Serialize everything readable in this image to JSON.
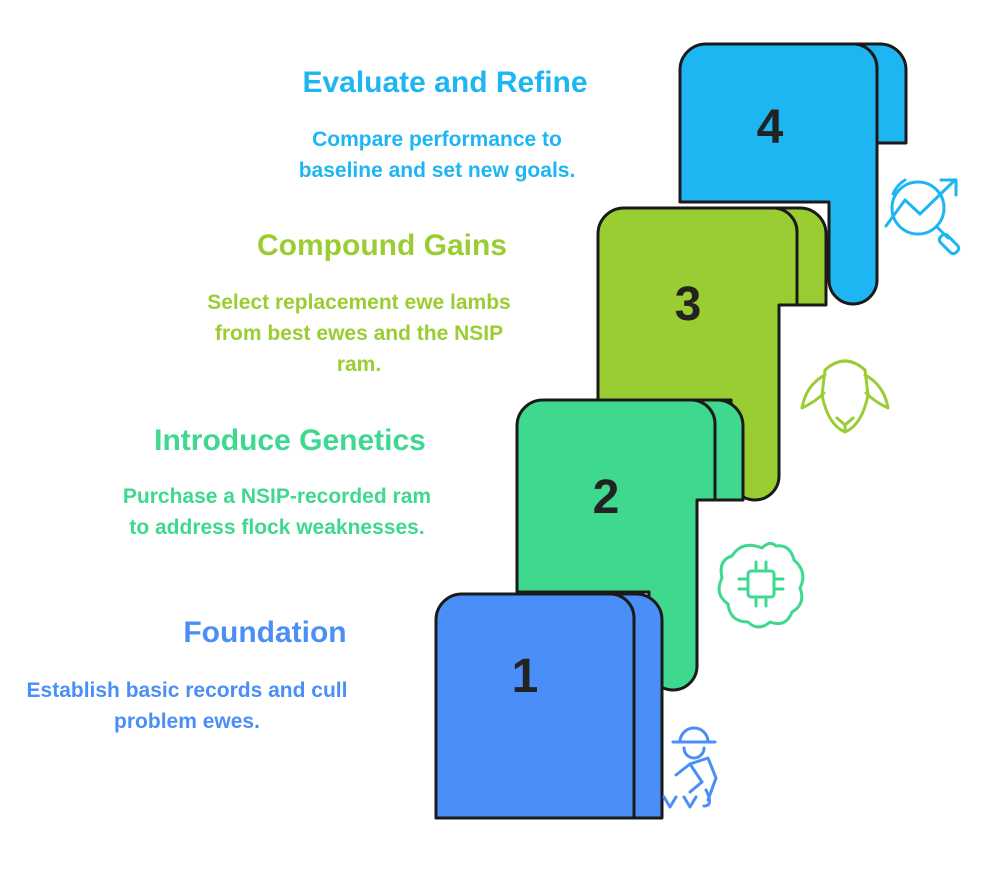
{
  "steps": [
    {
      "number": "1",
      "title": "Foundation",
      "description": "Establish basic records and cull problem ewes.",
      "color": "#4A8FF8",
      "icon": "farmer-planting-icon"
    },
    {
      "number": "2",
      "title": "Introduce Genetics",
      "description": "Purchase a NSIP-recorded ram to address flock weaknesses.",
      "color": "#3ED88F",
      "icon": "brain-chip-icon"
    },
    {
      "number": "3",
      "title": "Compound Gains",
      "description": "Select replacement ewe lambs from best ewes and the NSIP ram.",
      "color": "#9ACD32",
      "icon": "sheep-head-icon"
    },
    {
      "number": "4",
      "title": "Evaluate and Refine",
      "description": "Compare performance to baseline and set new goals.",
      "color": "#1EB6F2",
      "icon": "analytics-magnifier-icon"
    }
  ]
}
